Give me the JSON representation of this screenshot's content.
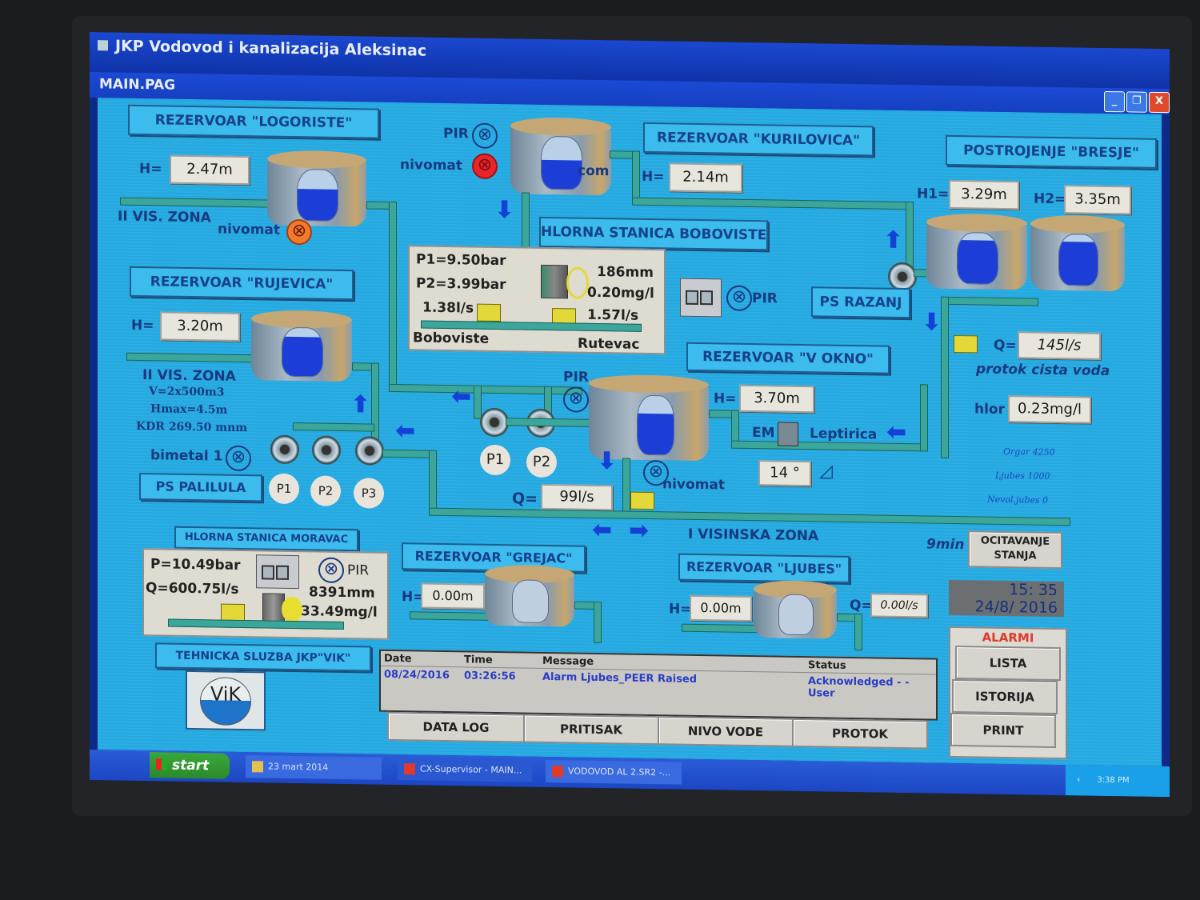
{
  "window": {
    "title": "JKP Vodovod i kanalizacija Aleksinac",
    "page": "MAIN.PAG",
    "controls": {
      "minimize": "_",
      "restore": "❐",
      "close": "X"
    }
  },
  "reservoirs": {
    "logoriste": {
      "title": "REZERVOAR \"LOGORISTE\"",
      "h_label": "H=",
      "h_value": "2.47m",
      "zone": "II VIS. ZONA",
      "nivomat_label": "nivomat",
      "water_pct": 62
    },
    "rujevica": {
      "title": "REZERVOAR \"RUJEVICA\"",
      "h_label": "H=",
      "h_value": "3.20m",
      "zone": "II VIS. ZONA",
      "volume": "V=2x500m3",
      "hmax": "Hmax=4.5m",
      "kdr": "KDR 269.50 mnm",
      "bimetal_label": "bimetal 1",
      "water_pct": 82
    },
    "kurilovica": {
      "title": "REZERVOAR \"KURILOVICA\"",
      "h_label": "H=",
      "h_value": "2.14m",
      "pir_label": "PIR",
      "nivomat_label": "nivomat",
      "com_label": "com",
      "water_pct": 55
    },
    "v_okno": {
      "title": "REZERVOAR \"V OKNO\"",
      "h_label": "H=",
      "h_value": "3.70m",
      "pir_label": "PIR",
      "nivomat_label": "nivomat",
      "q_label": "Q=",
      "q_value": "99l/s",
      "water_pct": 70
    },
    "grejac": {
      "title": "REZERVOAR \"GREJAC\"",
      "h_label": "H=",
      "h_value": "0.00m",
      "water_pct": 0
    },
    "ljubes": {
      "title": "REZERVOAR \"LJUBES\"",
      "h_label": "H=",
      "h_value": "0.00m",
      "q_label": "Q=",
      "q_value": "0.00l/s",
      "water_pct": 0
    }
  },
  "bresje": {
    "title": "POSTROJENJE \"BRESJE\"",
    "h1_label": "H1=",
    "h1_value": "3.29m",
    "h2_label": "H2=",
    "h2_value": "3.35m",
    "q_label": "Q=",
    "q_value": "145l/s",
    "q_caption": "protok cista voda",
    "hlor_label": "hlor",
    "hlor_value": "0.23mg/l",
    "info": [
      "Orgar 4250",
      "Ljubes 1000",
      "Nevol.jubes 0"
    ]
  },
  "ps_razanj": {
    "title": "PS RAZANJ",
    "pir_label": "PIR"
  },
  "ps_palilula": {
    "title": "PS PALILULA",
    "pumps": [
      "P1",
      "P2",
      "P3"
    ]
  },
  "center_pumps": [
    "P1",
    "P2"
  ],
  "hlorna_bobovište": {
    "title": "HLORNA STANICA BOBOVISTE",
    "p1": "P1=9.50bar",
    "p2": "P2=3.99bar",
    "level": "186mm",
    "chlorine": "0.20mg/l",
    "flow_left": "1.38l/s",
    "flow_right": "1.57l/s",
    "left_label": "Boboviste",
    "right_label": "Rutevac"
  },
  "hlorna_moravac": {
    "title": "HLORNA STANICA MORAVAC",
    "p": "P=10.49bar",
    "q": "Q=600.75l/s",
    "level": "8391mm",
    "chlorine": "33.49mg/l",
    "pir_label": "PIR"
  },
  "leptirica": {
    "em_label": "EM",
    "label": "Leptirica",
    "angle_value": "14 °"
  },
  "zone_label": "I VISINSKA ZONA",
  "tehnicka": {
    "title": "TEHNICKA SLUZBA JKP\"VIK\"",
    "logo_text": "ViK"
  },
  "reading": {
    "interval": "9min",
    "button": "OCITAVANJE STANJA"
  },
  "clock": {
    "time": "15: 35",
    "date": "24/8/  2016"
  },
  "alarm_table": {
    "headers": {
      "date": "Date",
      "time": "Time",
      "message": "Message",
      "status": "Status"
    },
    "rows": [
      {
        "date": "08/24/2016",
        "time": "03:26:56",
        "message": "Alarm Ljubes_PEER Raised",
        "status": "Acknowledged - - User"
      }
    ]
  },
  "bottom_buttons": [
    "DATA LOG",
    "PRITISAK",
    "NIVO VODE",
    "PROTOK"
  ],
  "alarmi": {
    "title": "ALARMI",
    "buttons": [
      "LISTA",
      "ISTORIJA",
      "PRINT"
    ]
  },
  "taskbar": {
    "start": "start",
    "tasks": [
      "23 mart 2014",
      "CX-Supervisor - MAIN...",
      "VODOVOD AL 2.SR2 -..."
    ],
    "clock": "3:38 PM"
  },
  "colors": {
    "canvas": "#29aee6",
    "label_text": "#16418a",
    "water": "#1c3ed6",
    "alarm_red": "#e8252a",
    "alarm_orange": "#f27a2c",
    "arrow": "#1540d8"
  }
}
